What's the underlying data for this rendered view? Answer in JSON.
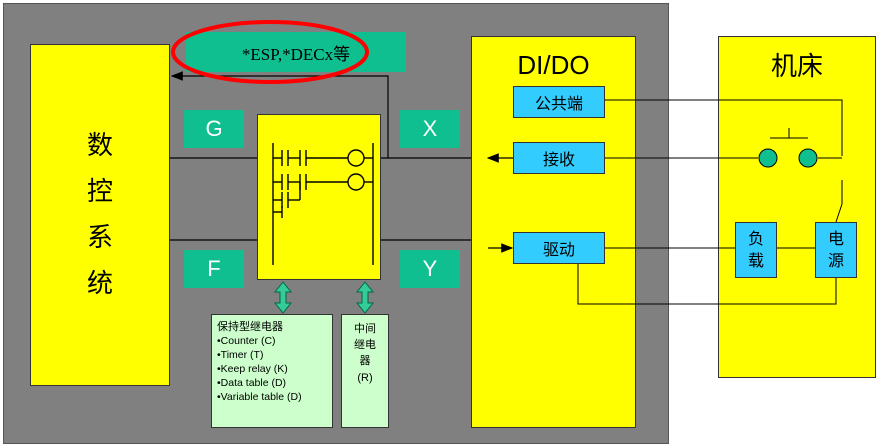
{
  "cnc": {
    "chars": [
      "数",
      "控",
      "系",
      "统"
    ]
  },
  "annotation": {
    "text": "*ESP,*DECx等"
  },
  "signals": {
    "g": "G",
    "x": "X",
    "f": "F",
    "y": "Y"
  },
  "dido": {
    "title": "DI/DO",
    "common": "公共端",
    "receive": "接收",
    "drive": "驱动"
  },
  "machine": {
    "title": "机床",
    "load": [
      "负",
      "载"
    ],
    "power": [
      "电",
      "源"
    ]
  },
  "relay_box": {
    "title": "保持型继电器",
    "items": [
      "•Counter  (C)",
      "•Timer (T)",
      "•Keep relay (K)",
      "•Data table (D)",
      "•Variable table (D)"
    ]
  },
  "mid_relay": {
    "lines": [
      "中间",
      "继电",
      "器",
      "(R)"
    ]
  },
  "colors": {
    "panel": "#808080",
    "yellow": "#ffff00",
    "teal": "#0fbf8f",
    "cyan": "#33ccff",
    "green_light": "#ccffcc",
    "arrow_green": "#33cc99",
    "highlight_red": "#ff0000"
  }
}
